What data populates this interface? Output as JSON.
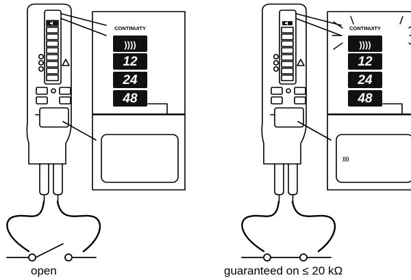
{
  "panels": [
    {
      "id": "open",
      "caption": "open",
      "indicator_title": "CONTINUITY",
      "levels": [
        "12",
        "24",
        "48"
      ],
      "continuity_icon": "sound-waves-icon",
      "lit": false,
      "display_text": ""
    },
    {
      "id": "closed",
      "caption": "guaranteed on ≤ 20 kΩ",
      "indicator_title": "CONTINUITY",
      "levels": [
        "12",
        "24",
        "48"
      ],
      "continuity_icon": "sound-waves-icon",
      "lit": true,
      "display_text": "))))"
    }
  ]
}
